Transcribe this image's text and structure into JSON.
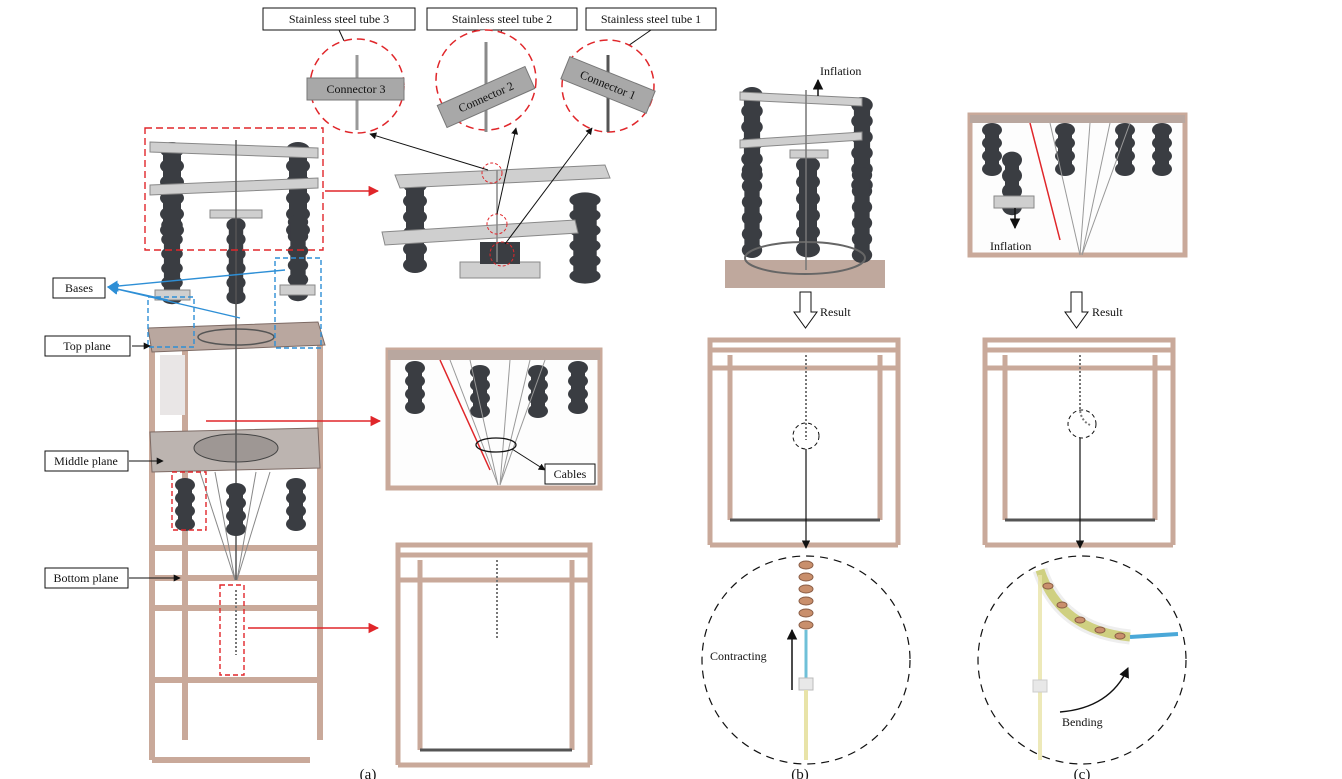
{
  "labels": {
    "tube3": "Stainless steel tube 3",
    "tube2": "Stainless steel tube 2",
    "tube1": "Stainless steel tube 1",
    "connector3": "Connector 3",
    "connector2": "Connector 2",
    "connector1": "Connector 1",
    "bases": "Bases",
    "top_plane": "Top plane",
    "middle_plane": "Middle plane",
    "bottom_plane": "Bottom plane",
    "cables": "Cables",
    "inflation_b": "Inflation",
    "inflation_c": "Inflation",
    "result_b": "Result",
    "result_c": "Result",
    "contracting": "Contracting",
    "bending": "Bending"
  },
  "captions": {
    "a": "(a)",
    "b": "(b)",
    "c": "(c)"
  },
  "colors": {
    "frame": "#c9a99a",
    "frame_dark": "#7d6a64",
    "bellows": "#3a3d42",
    "plate": "#cfcfcf",
    "callout_red": "#e0262a",
    "callout_blue": "#2e8fd6",
    "dashed": "#333333"
  }
}
